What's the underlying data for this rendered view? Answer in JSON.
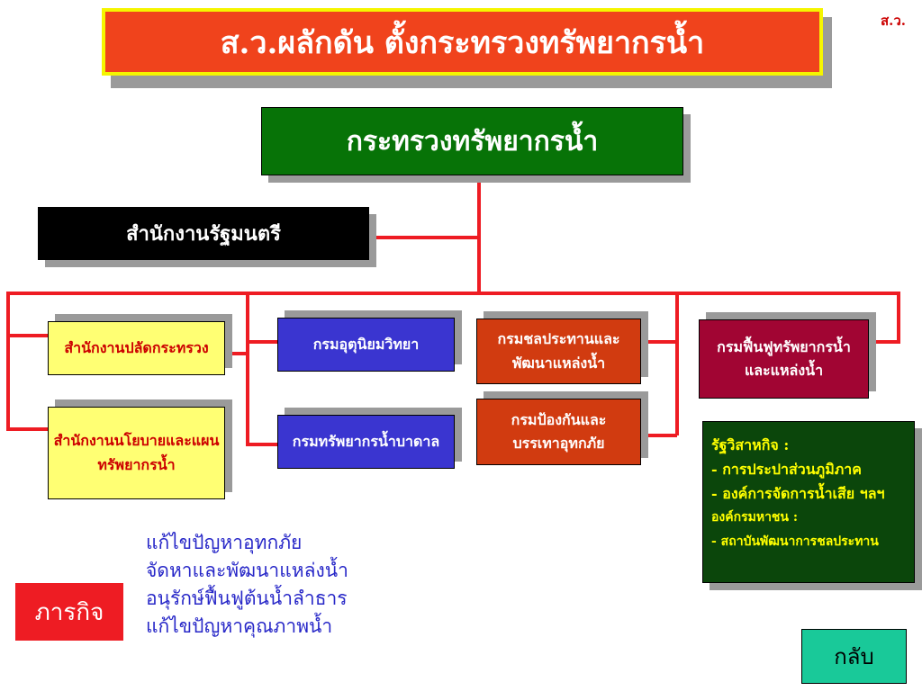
{
  "slide": {
    "corner_mark": "ส.ว.",
    "title": "ส.ว.ผลักดัน ตั้งกระทรวงทรัพยากรน้ำ"
  },
  "org": {
    "ministry": "กระทรวงทรัพยากรน้ำ",
    "cabinet_office": "สำนักงานรัฐมนตรี",
    "permanent_secretary_office": "สำนักงานปลัดกระทรวง",
    "policy_office": [
      "สำนักงานนโยบายและแผน",
      "ทรัพยากรน้ำ"
    ],
    "meteorological_dept": "กรมอุตุนิยมวิทยา",
    "groundwater_dept": "กรมทรัพยากรน้ำบาดาล",
    "irrigation_dept": [
      "กรมชลประทานและ",
      "พัฒนาแหล่งน้ำ"
    ],
    "disaster_dept": [
      "กรมป้องกันและ",
      "บรรเทาอุทกภัย"
    ],
    "restoration_dept": [
      "กรมฟื้นฟูทรัพยากรน้ำ",
      "และแหล่งน้ำ"
    ]
  },
  "state_enterprises": {
    "heading": "รัฐวิสาหกิจ :",
    "items": [
      "- การประปาส่วนภูมิภาค",
      "- องค์การจัดการน้ำเสีย ฯลฯ"
    ],
    "public_org_heading": "องค์กรมหาชน :",
    "public_org_items": [
      "- สถาบันพัฒนาการชลประทาน"
    ]
  },
  "mission": {
    "label": "ภารกิจ",
    "items": [
      "แก้ไขปัญหาอุทกภัย",
      "จัดหาและพัฒนาแหล่งน้ำ",
      "อนุรักษ์ฟื้นฟูต้นน้ำลำธาร",
      "แก้ไขปัญหาคุณภาพน้ำ"
    ]
  },
  "nav": {
    "back_label": "กลับ"
  },
  "colors": {
    "title_bg": "#f0431c",
    "title_border": "#f5f500",
    "connector": "#ee1c23",
    "ministry_bg": "#077307",
    "cabinet_bg": "#000000",
    "yellow_box": "#ffff73",
    "blue_box": "#3a35d0",
    "orange_box": "#d13b10",
    "maroon_box": "#a10533",
    "enterprise_bg": "#0b460b",
    "mission_text": "#2828c8",
    "back_button": "#19c999"
  }
}
